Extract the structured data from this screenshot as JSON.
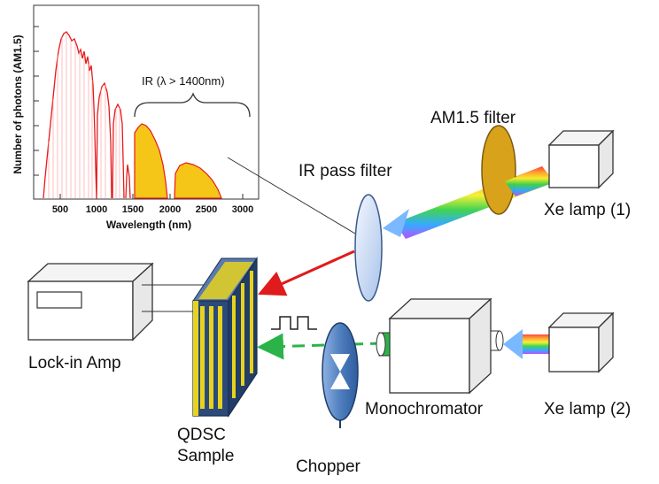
{
  "inset": {
    "ylabel": "Number of photons (AM1.5)",
    "xlabel": "Wavelength (nm)",
    "x_ticks": [
      "500",
      "1000",
      "1500",
      "2000",
      "2500",
      "3000"
    ],
    "bracket_label": "IR (λ > 1400nm)"
  },
  "labels": {
    "am15_filter": "AM1.5 filter",
    "ir_pass_filter": "IR pass filter",
    "xe_lamp_1": "Xe lamp (1)",
    "xe_lamp_2": "Xe lamp (2)",
    "lock_in_amp": "Lock-in Amp",
    "qdsc": "QDSC",
    "sample": "Sample",
    "monochromator": "Monochromator",
    "chopper": "Chopper"
  },
  "colors": {
    "spectrum_line": "#e8191c",
    "ir_fill": "#f5c518",
    "am15_filter": "#d9a21b",
    "ir_filter": "#dce8f7",
    "sample_panel": "#2b4a7a",
    "sample_fingers": "#e6d21f",
    "chopper": "#4f7fbf",
    "red_beam": "#e01b1b",
    "green_beam": "#2bb34a"
  }
}
